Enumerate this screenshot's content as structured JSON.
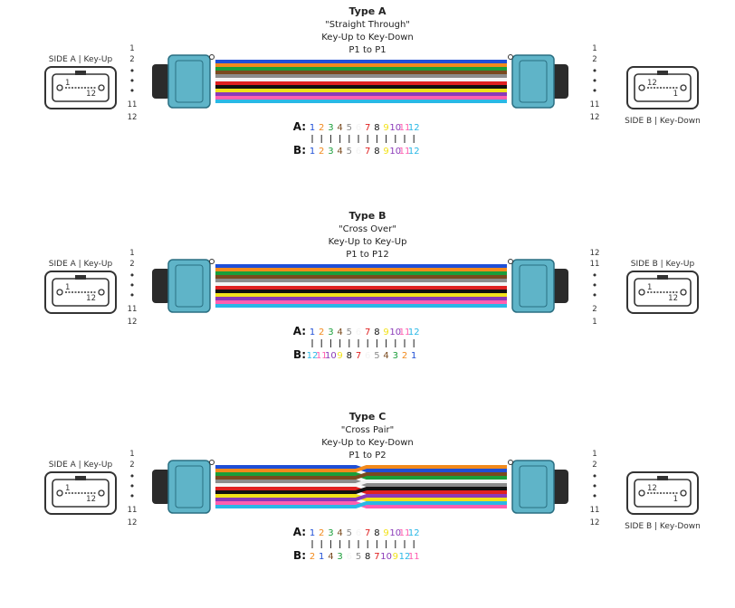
{
  "colors": {
    "fibers": [
      "#1f4fd6",
      "#f28a1c",
      "#1a9e3a",
      "#7a4a1e",
      "#8c8c8c",
      "#f4f4f4",
      "#e02020",
      "#111111",
      "#f2e21a",
      "#8a3ab8",
      "#ff5fb0",
      "#2ab8e6"
    ],
    "connector_body": "#5fb4c8",
    "connector_dark": "#2b2b2b"
  },
  "mapping_legend": {
    "a_label": "A:",
    "b_label": "B:"
  },
  "sections": [
    {
      "title": "Type A",
      "quote": "\"Straight Through\"",
      "keying": "Key-Up to Key-Down",
      "pins": "P1 to P1",
      "left_side_label": "SIDE A | Key-Up",
      "right_side_label": "SIDE B | Key-Down",
      "left_pins": [
        "1",
        "2",
        "•",
        "•",
        "•",
        "11",
        "12"
      ],
      "right_pins": [
        "1",
        "2",
        "•",
        "•",
        "•",
        "11",
        "12"
      ],
      "left_face_labels": [
        "1",
        "12"
      ],
      "right_face_labels": [
        "12",
        "1"
      ],
      "a_sequence": [
        "1",
        "2",
        "3",
        "4",
        "5",
        "6",
        "7",
        "8",
        "9",
        "10",
        "11",
        "12"
      ],
      "b_sequence": [
        "1",
        "2",
        "3",
        "4",
        "5",
        "6",
        "7",
        "8",
        "9",
        "10",
        "11",
        "12"
      ],
      "crossover": false
    },
    {
      "title": "Type B",
      "quote": "\"Cross Over\"",
      "keying": "Key-Up to Key-Up",
      "pins": "P1 to P12",
      "left_side_label": "SIDE A | Key-Up",
      "right_side_label": "SIDE B | Key-Up",
      "left_pins": [
        "1",
        "2",
        "•",
        "•",
        "•",
        "11",
        "12"
      ],
      "right_pins": [
        "12",
        "11",
        "•",
        "•",
        "•",
        "2",
        "1"
      ],
      "left_face_labels": [
        "1",
        "12"
      ],
      "right_face_labels": [
        "1",
        "12"
      ],
      "a_sequence": [
        "1",
        "2",
        "3",
        "4",
        "5",
        "6",
        "7",
        "8",
        "9",
        "10",
        "11",
        "12"
      ],
      "b_sequence": [
        "12",
        "11",
        "10",
        "9",
        "8",
        "7",
        "6",
        "5",
        "4",
        "3",
        "2",
        "1"
      ],
      "crossover": false
    },
    {
      "title": "Type C",
      "quote": "\"Cross Pair\"",
      "keying": "Key-Up to Key-Down",
      "pins": "P1 to P2",
      "left_side_label": "SIDE A | Key-Up",
      "right_side_label": "SIDE B | Key-Down",
      "left_pins": [
        "1",
        "2",
        "•",
        "•",
        "•",
        "11",
        "12"
      ],
      "right_pins": [
        "1",
        "2",
        "•",
        "•",
        "•",
        "11",
        "12"
      ],
      "left_face_labels": [
        "1",
        "12"
      ],
      "right_face_labels": [
        "12",
        "1"
      ],
      "a_sequence": [
        "1",
        "2",
        "3",
        "4",
        "5",
        "6",
        "7",
        "8",
        "9",
        "10",
        "11",
        "12"
      ],
      "b_sequence": [
        "2",
        "1",
        "4",
        "3",
        "6",
        "5",
        "8",
        "7",
        "10",
        "9",
        "12",
        "11"
      ],
      "crossover": true
    }
  ]
}
